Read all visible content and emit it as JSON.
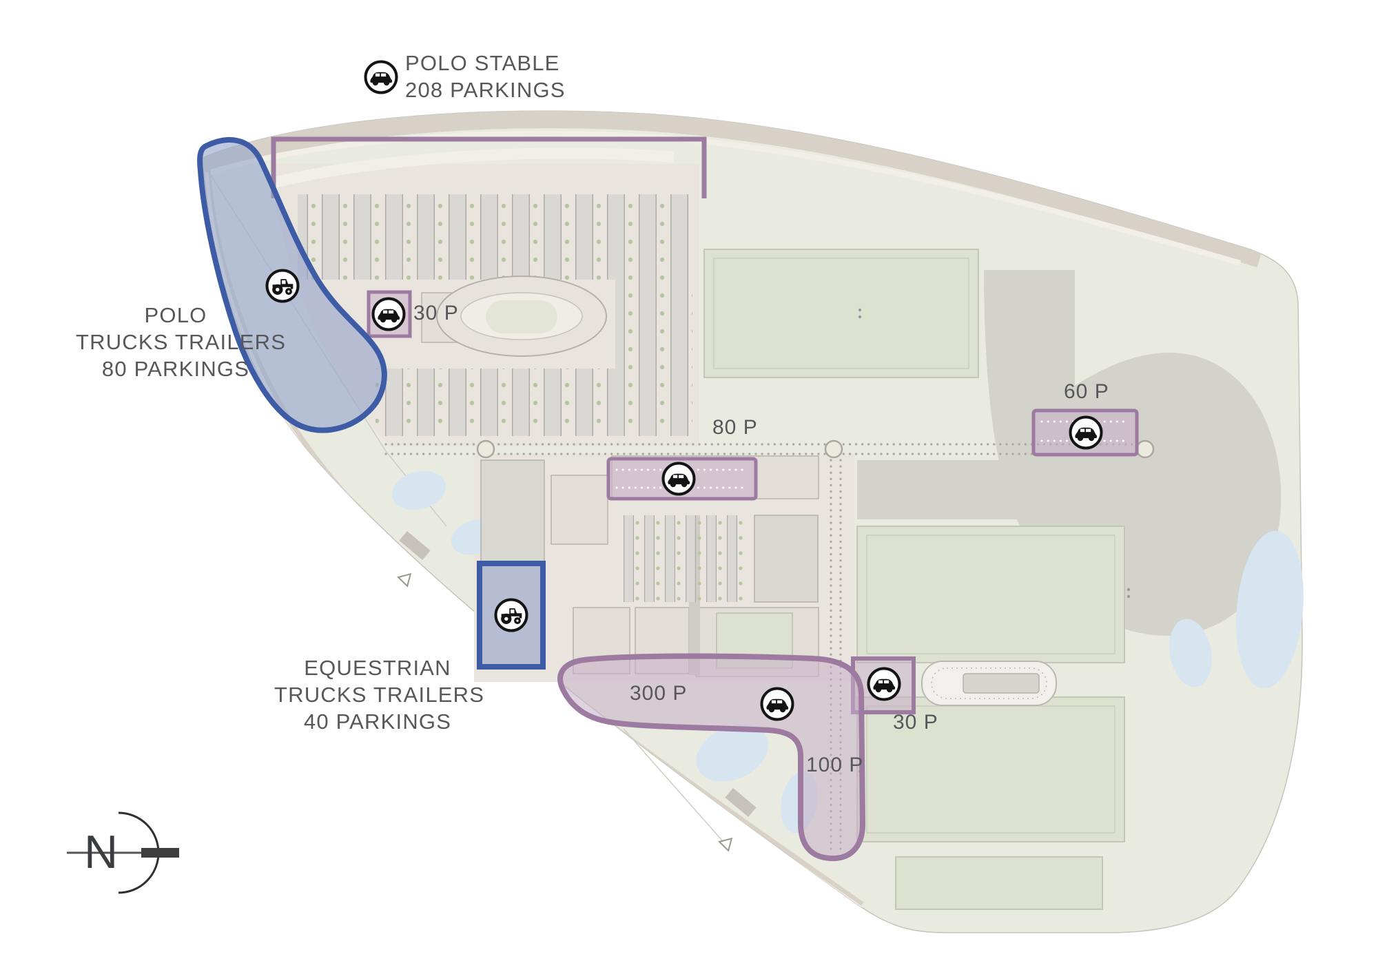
{
  "labels": {
    "polo_stable_1": "POLO STABLE",
    "polo_stable_2": "208 PARKINGS",
    "polo_trucks_1": "POLO",
    "polo_trucks_2": "TRUCKS TRAILERS",
    "polo_trucks_3": "80 PARKINGS",
    "equestrian_1": "EQUESTRIAN",
    "equestrian_2": "TRUCKS TRAILERS",
    "equestrian_3": "40 PARKINGS",
    "p30_stable": "30 P",
    "p80": "80 P",
    "p60": "60 P",
    "p300": "300 P",
    "p100": "100 P",
    "p30_arena": "30 P",
    "north": "N"
  },
  "icons": {
    "car": "car-icon",
    "tractor": "tractor-icon",
    "north_arrow": "north-arrow"
  },
  "colors": {
    "purple": "#9d7ba1",
    "purple-fill": "#c6aec8",
    "blue": "#3e5ca6",
    "blue-fill": "#93a3cc",
    "land": "#e9ebe1",
    "road": "#d8d1c7",
    "water": "#d6e5f0",
    "arena-green": "#dde1d0",
    "text": "#56575b"
  }
}
